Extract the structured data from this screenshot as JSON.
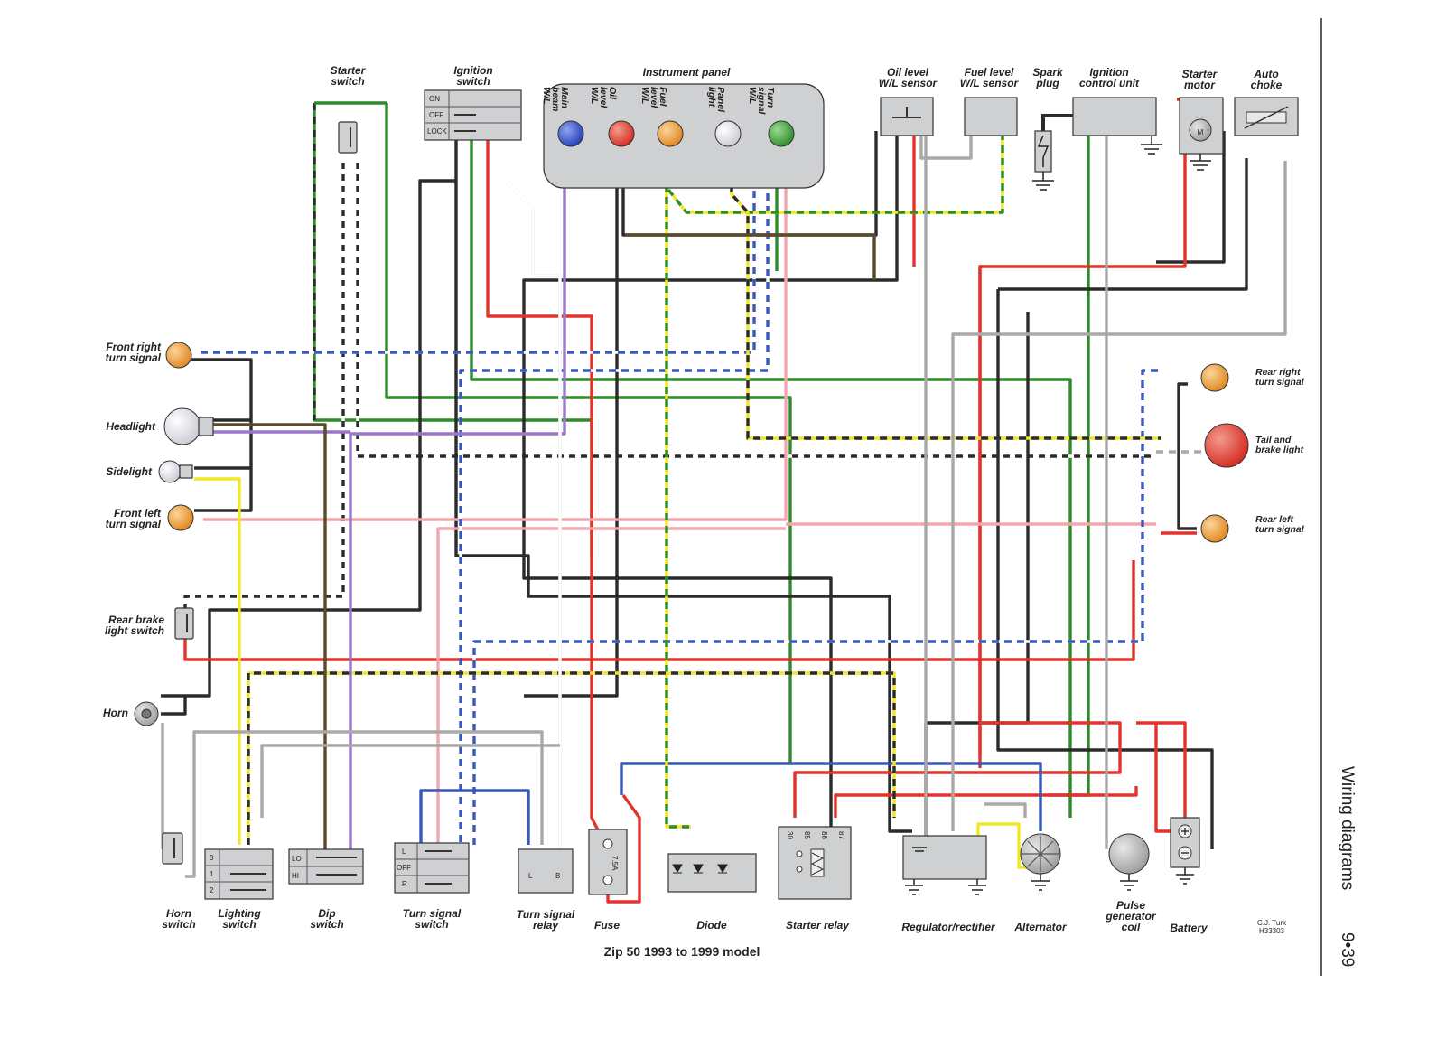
{
  "page": {
    "caption": "Zip 50 1993 to 1999 model",
    "section": "Wiring diagrams",
    "page_number": "9•39",
    "credit_1": "C.J. Turk",
    "credit_2": "H33303"
  },
  "components": {
    "starter_switch": [
      "Starter",
      "switch"
    ],
    "ignition_switch": [
      "Ignition",
      "switch"
    ],
    "ignition_positions": [
      "ON",
      "OFF",
      "LOCK"
    ],
    "instrument_panel": "Instrument panel",
    "panel_lamps": [
      [
        "Main",
        "beam",
        "W/L"
      ],
      [
        "Oil",
        "level",
        "W/L"
      ],
      [
        "Fuel",
        "level",
        "W/L"
      ],
      [
        "Panel",
        "light"
      ],
      [
        "Turn",
        "signal",
        "W/L"
      ]
    ],
    "oil_sensor": [
      "Oil level",
      "W/L sensor"
    ],
    "fuel_sensor": [
      "Fuel level",
      "W/L sensor"
    ],
    "spark_plug": [
      "Spark",
      "plug"
    ],
    "icu": [
      "Ignition",
      "control unit"
    ],
    "starter_motor": [
      "Starter",
      "motor"
    ],
    "starter_motor_symbol": "M",
    "auto_choke": [
      "Auto",
      "choke"
    ],
    "front_right": [
      "Front right",
      "turn signal"
    ],
    "headlight": "Headlight",
    "sidelight": "Sidelight",
    "front_left": [
      "Front left",
      "turn signal"
    ],
    "rear_brake": [
      "Rear brake",
      "light switch"
    ],
    "horn": "Horn",
    "rear_right": [
      "Rear right",
      "turn signal"
    ],
    "tail": [
      "Tail and",
      "brake light"
    ],
    "rear_left": [
      "Rear left",
      "turn signal"
    ],
    "horn_switch": [
      "Horn",
      "switch"
    ],
    "lighting_switch": [
      "Lighting",
      "switch"
    ],
    "lighting_positions": [
      "0",
      "1",
      "2"
    ],
    "dip_switch": [
      "Dip",
      "switch"
    ],
    "dip_positions": [
      "LO",
      "HI"
    ],
    "turn_switch": [
      "Turn signal",
      "switch"
    ],
    "turn_positions": [
      "L",
      "OFF",
      "R"
    ],
    "turn_relay": [
      "Turn signal",
      "relay"
    ],
    "relay_terminals": [
      "L",
      "B"
    ],
    "fuse": "Fuse",
    "fuse_rating": "7.5A",
    "diode": "Diode",
    "starter_relay": "Starter relay",
    "starter_relay_terminals": [
      "30",
      "85",
      "86",
      "87"
    ],
    "regulator": "Regulator/rectifier",
    "alternator": "Alternator",
    "pulse_coil": [
      "Pulse",
      "generator",
      "coil"
    ],
    "battery": "Battery"
  },
  "colors": {
    "green": "#2f8a2c",
    "black": "#2b2b2b",
    "red": "#e2332e",
    "blue": "#3a58b8",
    "yellow": "#f0e62a",
    "purple": "#9a78c8",
    "brown": "#5b4a2b",
    "pink": "#f2a7ad",
    "grey": "#a9a9a9",
    "white": "#ffffff",
    "panel": "#cfd0d2",
    "lamp_blue": "#3152c8",
    "lamp_red": "#e63a2a",
    "lamp_orange": "#f29224",
    "lamp_white": "#f1f1f1",
    "lamp_green": "#3aa53a"
  }
}
